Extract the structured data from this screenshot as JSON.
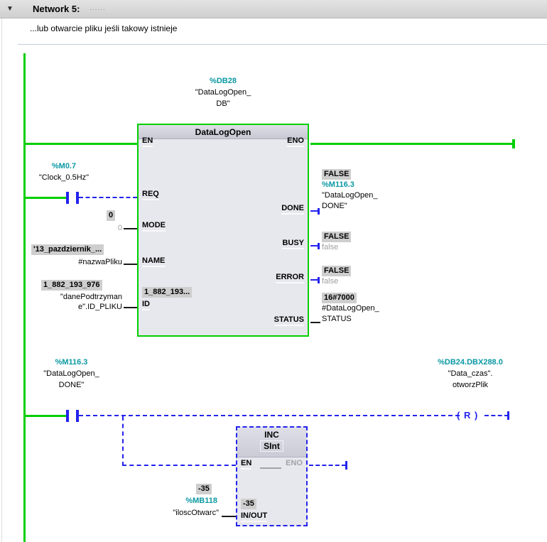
{
  "colors": {
    "power_green": "#00cf00",
    "state_blue": "#2323ee",
    "operand_teal": "#0a98a2",
    "value_box_bg": "#cecece",
    "inactive_gray": "#9e9e9e"
  },
  "network": {
    "collapse_icon": "▼",
    "title": "Network 5:",
    "title_placeholder": "......",
    "comment": "...lub otwarcie pliku jeśli takowy istnieje"
  },
  "datalog_block": {
    "db_address": "%DB28",
    "db_name_line1": "\"DataLogOpen_",
    "db_name_line2": "DB\"",
    "title": "DataLogOpen",
    "pin_en": "EN",
    "pin_eno": "ENO",
    "pin_req": "REQ",
    "pin_mode": "MODE",
    "pin_name": "NAME",
    "pin_id": "ID",
    "pin_done": "DONE",
    "pin_busy": "BUSY",
    "pin_error": "ERROR",
    "pin_status": "STATUS",
    "id_inline_value": "1_882_193..."
  },
  "req_contact": {
    "address": "%M0.7",
    "name": "\"Clock_0.5Hz\""
  },
  "mode_input": {
    "value": "0",
    "operand": "0"
  },
  "name_input": {
    "value": "'13_pazdziernik_...",
    "operand": "#nazwaPliku"
  },
  "id_input": {
    "value": "1_882_193_976",
    "operand_line1": "\"danePodtrzyman",
    "operand_line2": "e\".ID_PLIKU"
  },
  "done_output": {
    "value": "FALSE",
    "address": "%M116.3",
    "name_line1": "\"DataLogOpen_",
    "name_line2": "DONE\""
  },
  "busy_output": {
    "value": "FALSE",
    "operand": "false"
  },
  "error_output": {
    "value": "FALSE",
    "operand": "false"
  },
  "status_output": {
    "value": "16#7000",
    "operand_line1": "#DataLogOpen_",
    "operand_line2": "STATUS"
  },
  "done_contact": {
    "address": "%M116.3",
    "name_line1": "\"DataLogOpen_",
    "name_line2": "DONE\""
  },
  "reset_coil": {
    "address": "%DB24.DBX288.0",
    "name_line1": "\"Data_czas\".",
    "name_line2": "otworzPlik",
    "symbol": "( R )"
  },
  "inc_block": {
    "title": "INC",
    "type": "SInt",
    "pin_en": "EN",
    "pin_eno": "ENO",
    "pin_inout": "IN/OUT",
    "inout_inline_value": "-35"
  },
  "inout_input": {
    "value": "-35",
    "address": "%MB118",
    "name": "\"iloscOtwarc\""
  }
}
